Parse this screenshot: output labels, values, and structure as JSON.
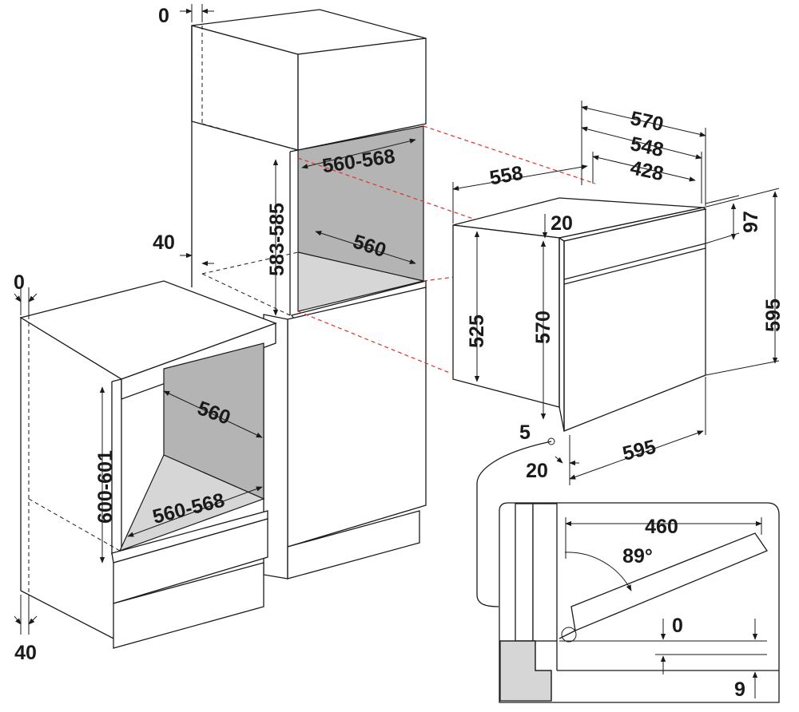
{
  "labels": {
    "tall_top_clearance": "0",
    "tall_rear_gap": "40",
    "tall_niche_width": "560-568",
    "tall_niche_height": "583-585",
    "tall_niche_depth": "560",
    "low_top_clearance": "0",
    "low_bottom_gap": "40",
    "low_niche_depth": "560",
    "low_niche_height": "600-601",
    "low_niche_width": "560-568",
    "oven_total_depth": "570",
    "oven_depth_548": "548",
    "oven_depth_428": "428",
    "oven_body_width": "558",
    "oven_top_offset": "20",
    "oven_panel_height": "97",
    "oven_body_height": "525",
    "oven_inner_height": "570",
    "oven_total_height": "595",
    "oven_front_width": "595",
    "oven_side_gap": "5",
    "oven_front_offset": "20",
    "detail_door_reach": "460",
    "detail_door_angle": "89°",
    "detail_hinge_0": "0",
    "detail_hinge_9": "9"
  }
}
